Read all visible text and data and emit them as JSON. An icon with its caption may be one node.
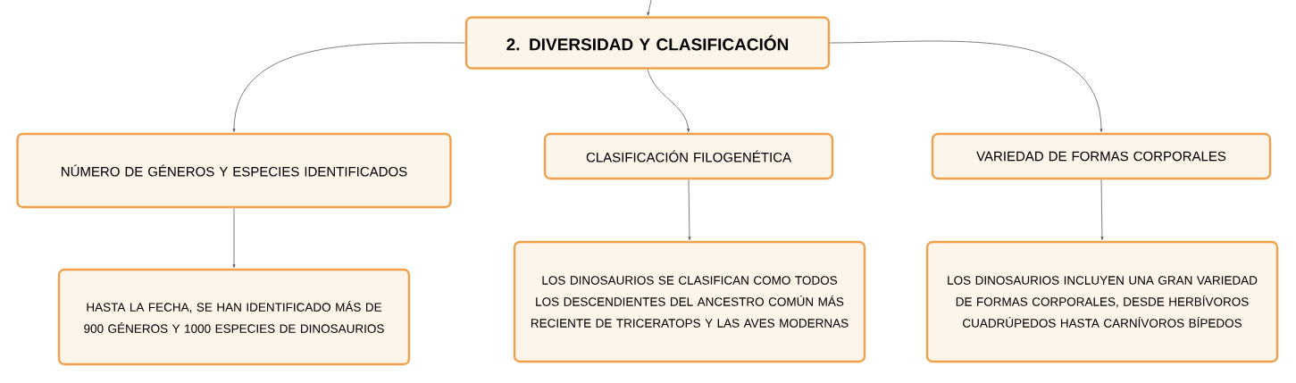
{
  "diagram": {
    "nodes": [
      {
        "text": [
          "2. DIVERSIDAD Y CLASIFICACIÓN"
        ]
      },
      {
        "text": [
          "NÚMERO DE GÉNEROS Y ESPECIES IDENTIFICADOS"
        ]
      },
      {
        "text": [
          "CLASIFICACIÓN FILOGENÉTICA"
        ]
      },
      {
        "text": [
          "VARIEDAD DE FORMAS CORPORALES"
        ]
      },
      {
        "text": [
          "HASTA LA FECHA, SE HAN IDENTIFICADO MÁS DE 900 GÉNEROS Y 1000 ESPECIES DE DINOSAURIOS"
        ]
      },
      {
        "text": [
          "LOS DINOSAURIOS SE CLASIFICAN COMO TODOS LOS DESCENDIENTES DEL ANCESTRO COMÚN MÁS RECIENTE DE TRICERATOPS Y LAS AVES MODERNAS"
        ]
      },
      {
        "text": [
          "LOS DINOSAURIOS INCLUYEN UNA GRAN VARIEDAD DE FORMAS CORPORALES, DESDE HERBÍVOROS CUADRÚPEDOS HASTA CARNÍVOROS BÍPEDOS"
        ]
      }
    ],
    "edges": [
      {
        "from": null,
        "to": 0,
        "arrow": "to"
      },
      {
        "from": 0,
        "to": 1,
        "arrow": "to"
      },
      {
        "from": 0,
        "to": 2,
        "arrow": "to"
      },
      {
        "from": 0,
        "to": 3,
        "arrow": "to"
      },
      {
        "from": 1,
        "to": 4,
        "arrow": "to"
      },
      {
        "from": 2,
        "to": 5,
        "arrow": "to"
      },
      {
        "from": 3,
        "to": 6,
        "arrow": "to"
      }
    ]
  }
}
